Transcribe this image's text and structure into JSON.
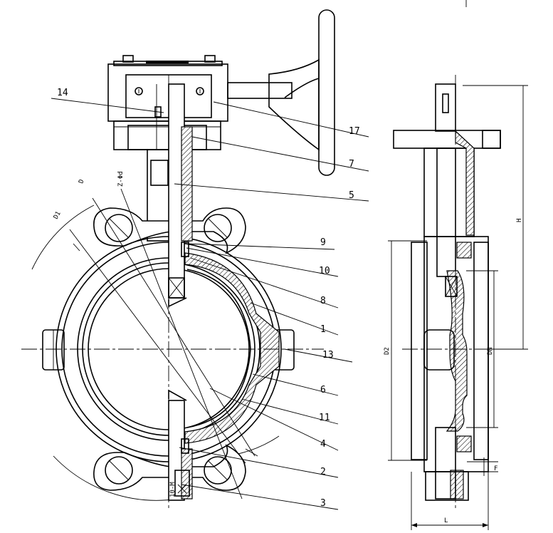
{
  "callouts": [
    "14",
    "17",
    "7",
    "5",
    "9",
    "10",
    "8",
    "1",
    "13",
    "6",
    "11",
    "4",
    "2",
    "3"
  ],
  "dimensions": {
    "d": "Z-Φd",
    "D": "D",
    "D1": "D1",
    "H": "H",
    "D2": "D2",
    "DN": "DN",
    "F": "F",
    "L": "L",
    "bottom_holes": "10-M"
  }
}
